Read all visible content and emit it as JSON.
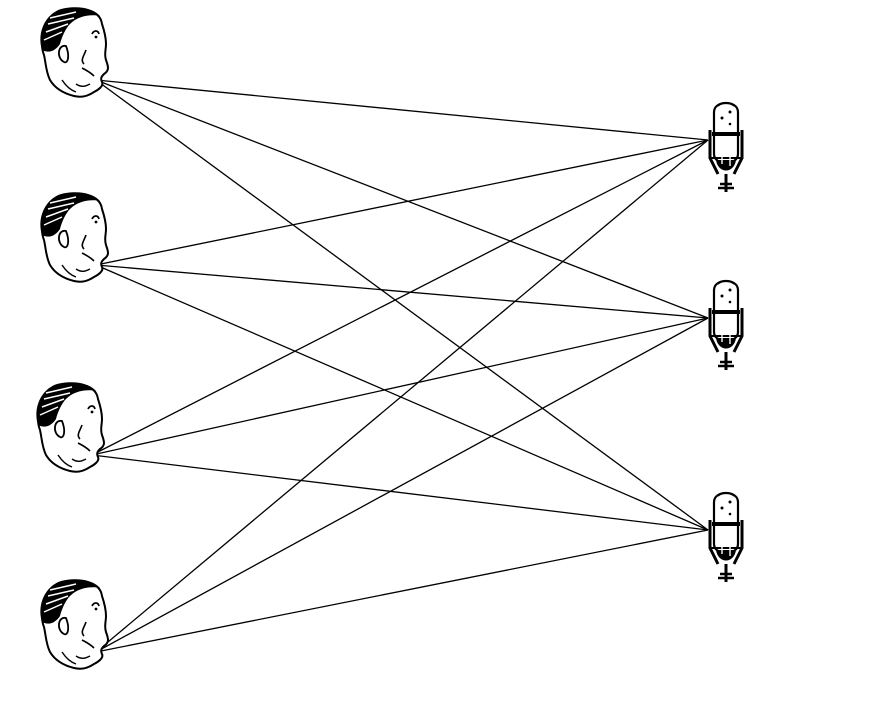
{
  "diagram": {
    "speakers": [
      {
        "id": "speaker-1",
        "icon": "speaker-head-icon"
      },
      {
        "id": "speaker-2",
        "icon": "speaker-head-icon"
      },
      {
        "id": "speaker-3",
        "icon": "speaker-head-icon"
      },
      {
        "id": "speaker-4",
        "icon": "speaker-head-icon"
      }
    ],
    "microphones": [
      {
        "id": "microphone-1",
        "icon": "microphone-icon"
      },
      {
        "id": "microphone-2",
        "icon": "microphone-icon"
      },
      {
        "id": "microphone-3",
        "icon": "microphone-icon"
      }
    ],
    "connections": "all-speakers-to-all-microphones",
    "colors": {
      "line": "#000000",
      "background": "#ffffff"
    }
  }
}
